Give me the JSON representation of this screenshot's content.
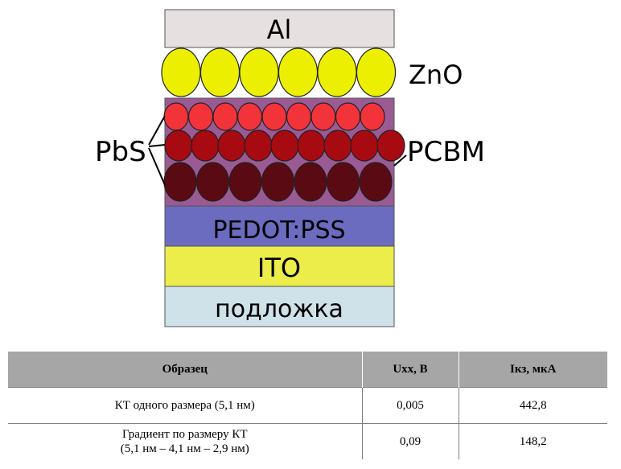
{
  "diagram": {
    "layers": {
      "al": "Al",
      "zno": "ZnO",
      "pedot": "PEDOT:PSS",
      "ito": "ITO",
      "substrate": "подложка"
    },
    "labels": {
      "pbs": "PbS",
      "pcbm": "PCBM"
    },
    "colors": {
      "al": "#e6e0e0",
      "zno": "#ecf000",
      "pcbm": "#9a5a94",
      "pbs_top": "#f2333a",
      "pbs_mid": "#a80a12",
      "pbs_bottom": "#5a0a12",
      "pedot": "#6b6bbf",
      "ito": "#ecec4a",
      "substrate": "#cfe1e9"
    }
  },
  "table": {
    "headers": [
      "Образец",
      "Uхх, В",
      "Iкз, мкА"
    ],
    "rows": [
      {
        "sample": [
          "КТ одного размера (5,1 нм)"
        ],
        "voc": "0,005",
        "isc": "442,8"
      },
      {
        "sample": [
          "Градиент по размеру КТ",
          "(5,1 нм – 4,1 нм – 2,9 нм)"
        ],
        "voc": "0,09",
        "isc": "148,2"
      }
    ]
  }
}
